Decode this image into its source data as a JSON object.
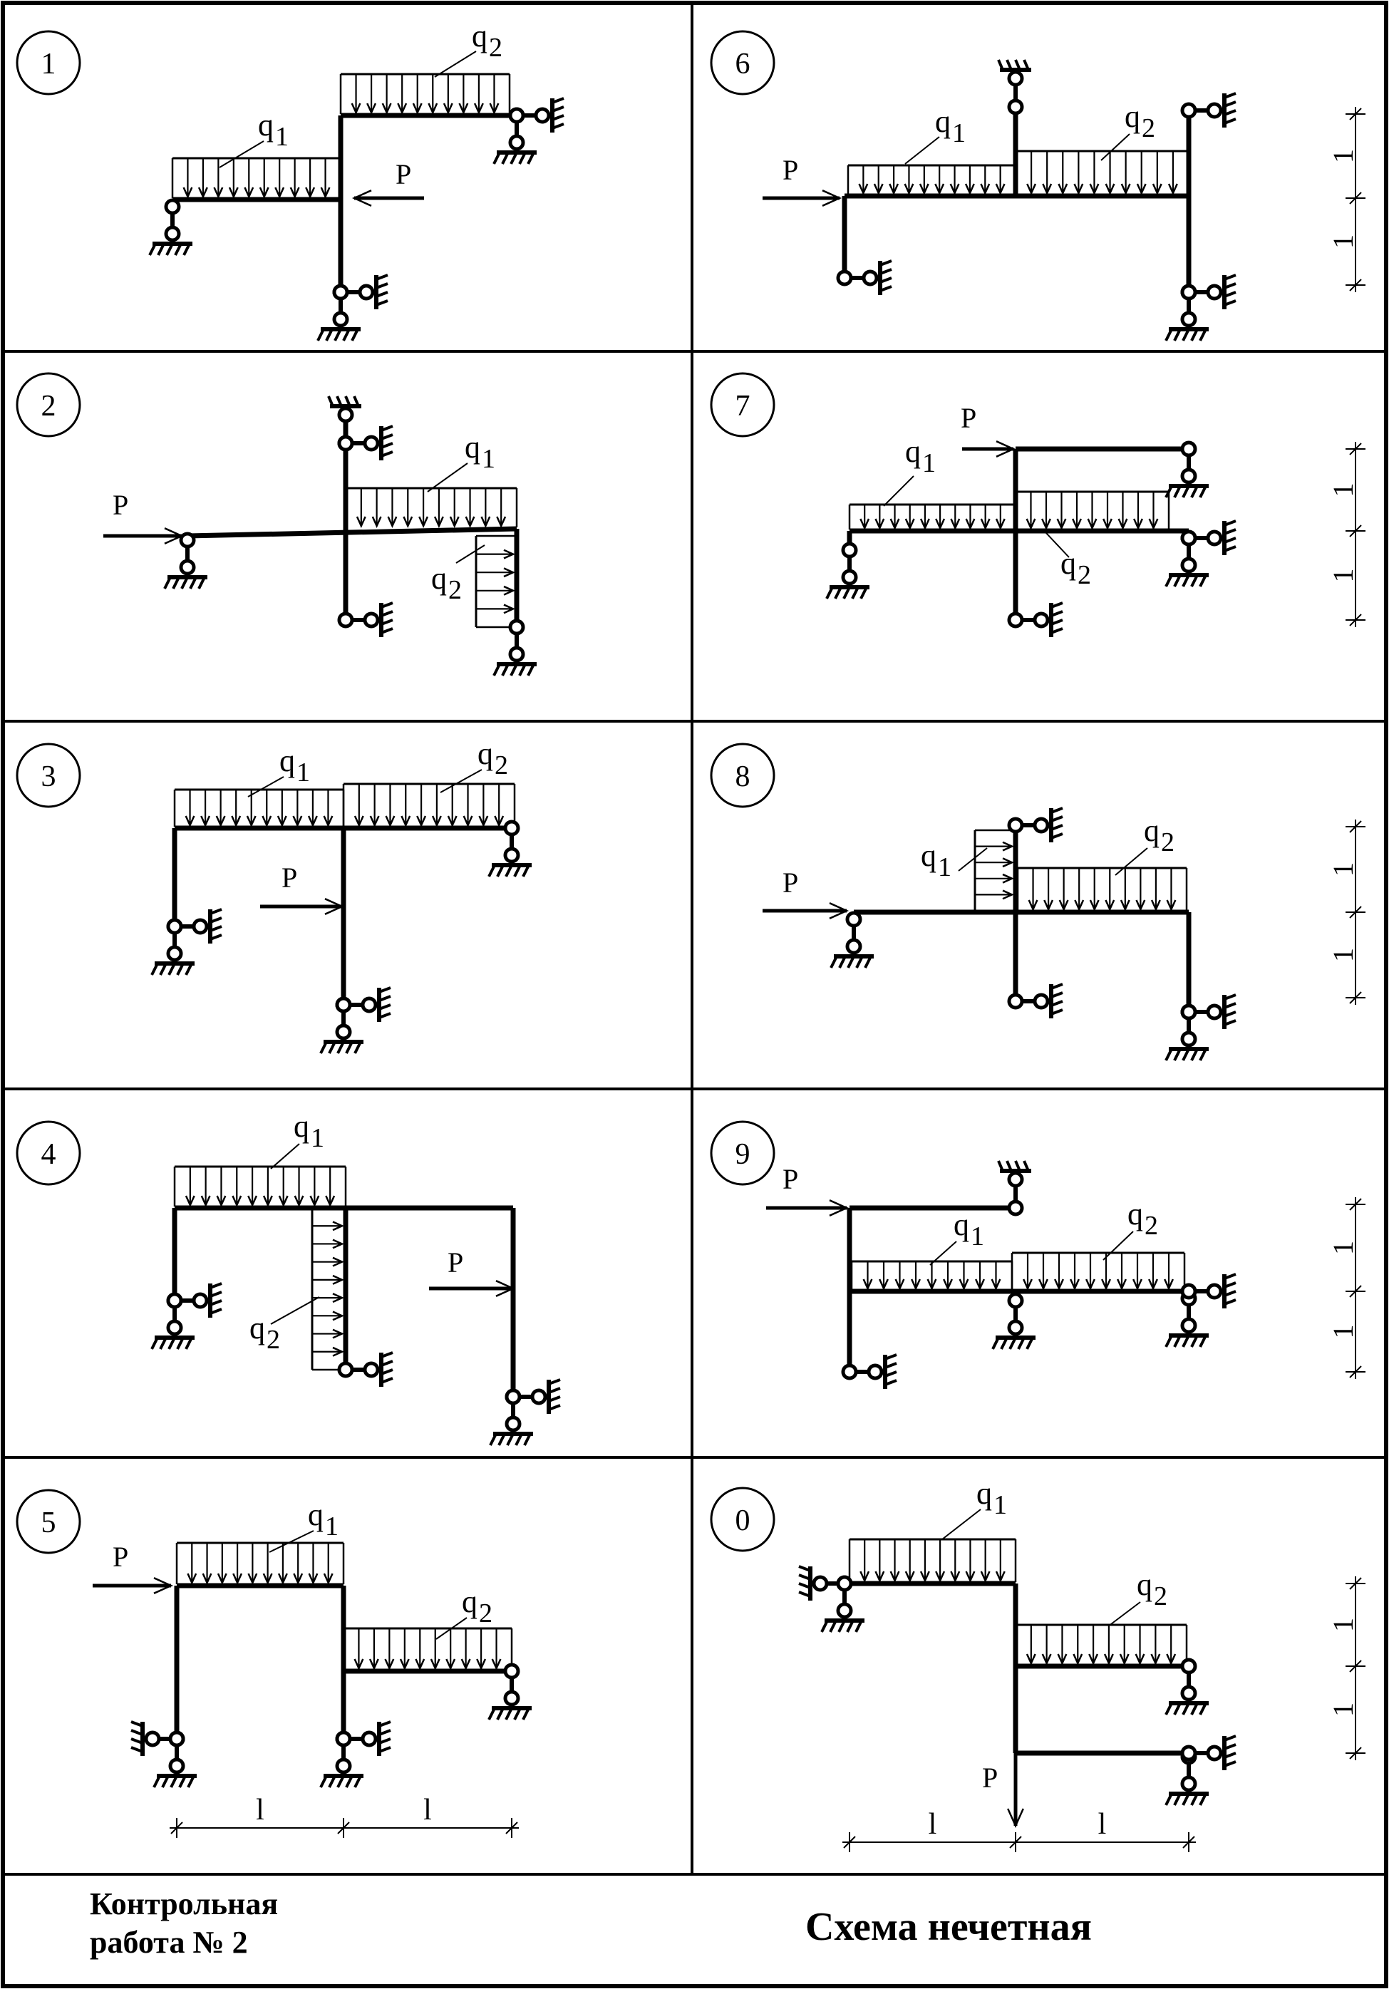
{
  "panels": [
    {
      "number": "1",
      "labels": {
        "q1": "q",
        "q1_sub": "1",
        "q2": "q",
        "q2_sub": "2",
        "p": "P"
      }
    },
    {
      "number": "2",
      "labels": {
        "q1": "q",
        "q1_sub": "1",
        "q2": "q",
        "q2_sub": "2",
        "p": "P"
      }
    },
    {
      "number": "3",
      "labels": {
        "q1": "q",
        "q1_sub": "1",
        "q2": "q",
        "q2_sub": "2",
        "p": "P"
      }
    },
    {
      "number": "4",
      "labels": {
        "q1": "q",
        "q1_sub": "1",
        "q2": "q",
        "q2_sub": "2",
        "p": "P"
      }
    },
    {
      "number": "5",
      "labels": {
        "q1": "q",
        "q1_sub": "1",
        "q2": "q",
        "q2_sub": "2",
        "p": "P"
      },
      "dims": [
        "l",
        "l"
      ]
    },
    {
      "number": "6",
      "labels": {
        "q1": "q",
        "q1_sub": "1",
        "q2": "q",
        "q2_sub": "2",
        "p": "P"
      },
      "dims": [
        "1",
        "1"
      ]
    },
    {
      "number": "7",
      "labels": {
        "q1": "q",
        "q1_sub": "1",
        "q2": "q",
        "q2_sub": "2",
        "p": "P"
      },
      "dims": [
        "1",
        "1"
      ]
    },
    {
      "number": "8",
      "labels": {
        "q1": "q",
        "q1_sub": "1",
        "q2": "q",
        "q2_sub": "2",
        "p": "P"
      },
      "dims": [
        "1",
        "1"
      ]
    },
    {
      "number": "9",
      "labels": {
        "q1": "q",
        "q1_sub": "1",
        "q2": "q",
        "q2_sub": "2",
        "p": "P"
      },
      "dims": [
        "1",
        "1"
      ]
    },
    {
      "number": "0",
      "labels": {
        "q1": "q",
        "q1_sub": "1",
        "q2": "q",
        "q2_sub": "2",
        "p": "P"
      },
      "dims": [
        "l",
        "l",
        "1",
        "1"
      ]
    }
  ],
  "footer": {
    "left_line1": "Контрольная",
    "left_line2": "работа № 2",
    "right": "Схема нечетная"
  }
}
